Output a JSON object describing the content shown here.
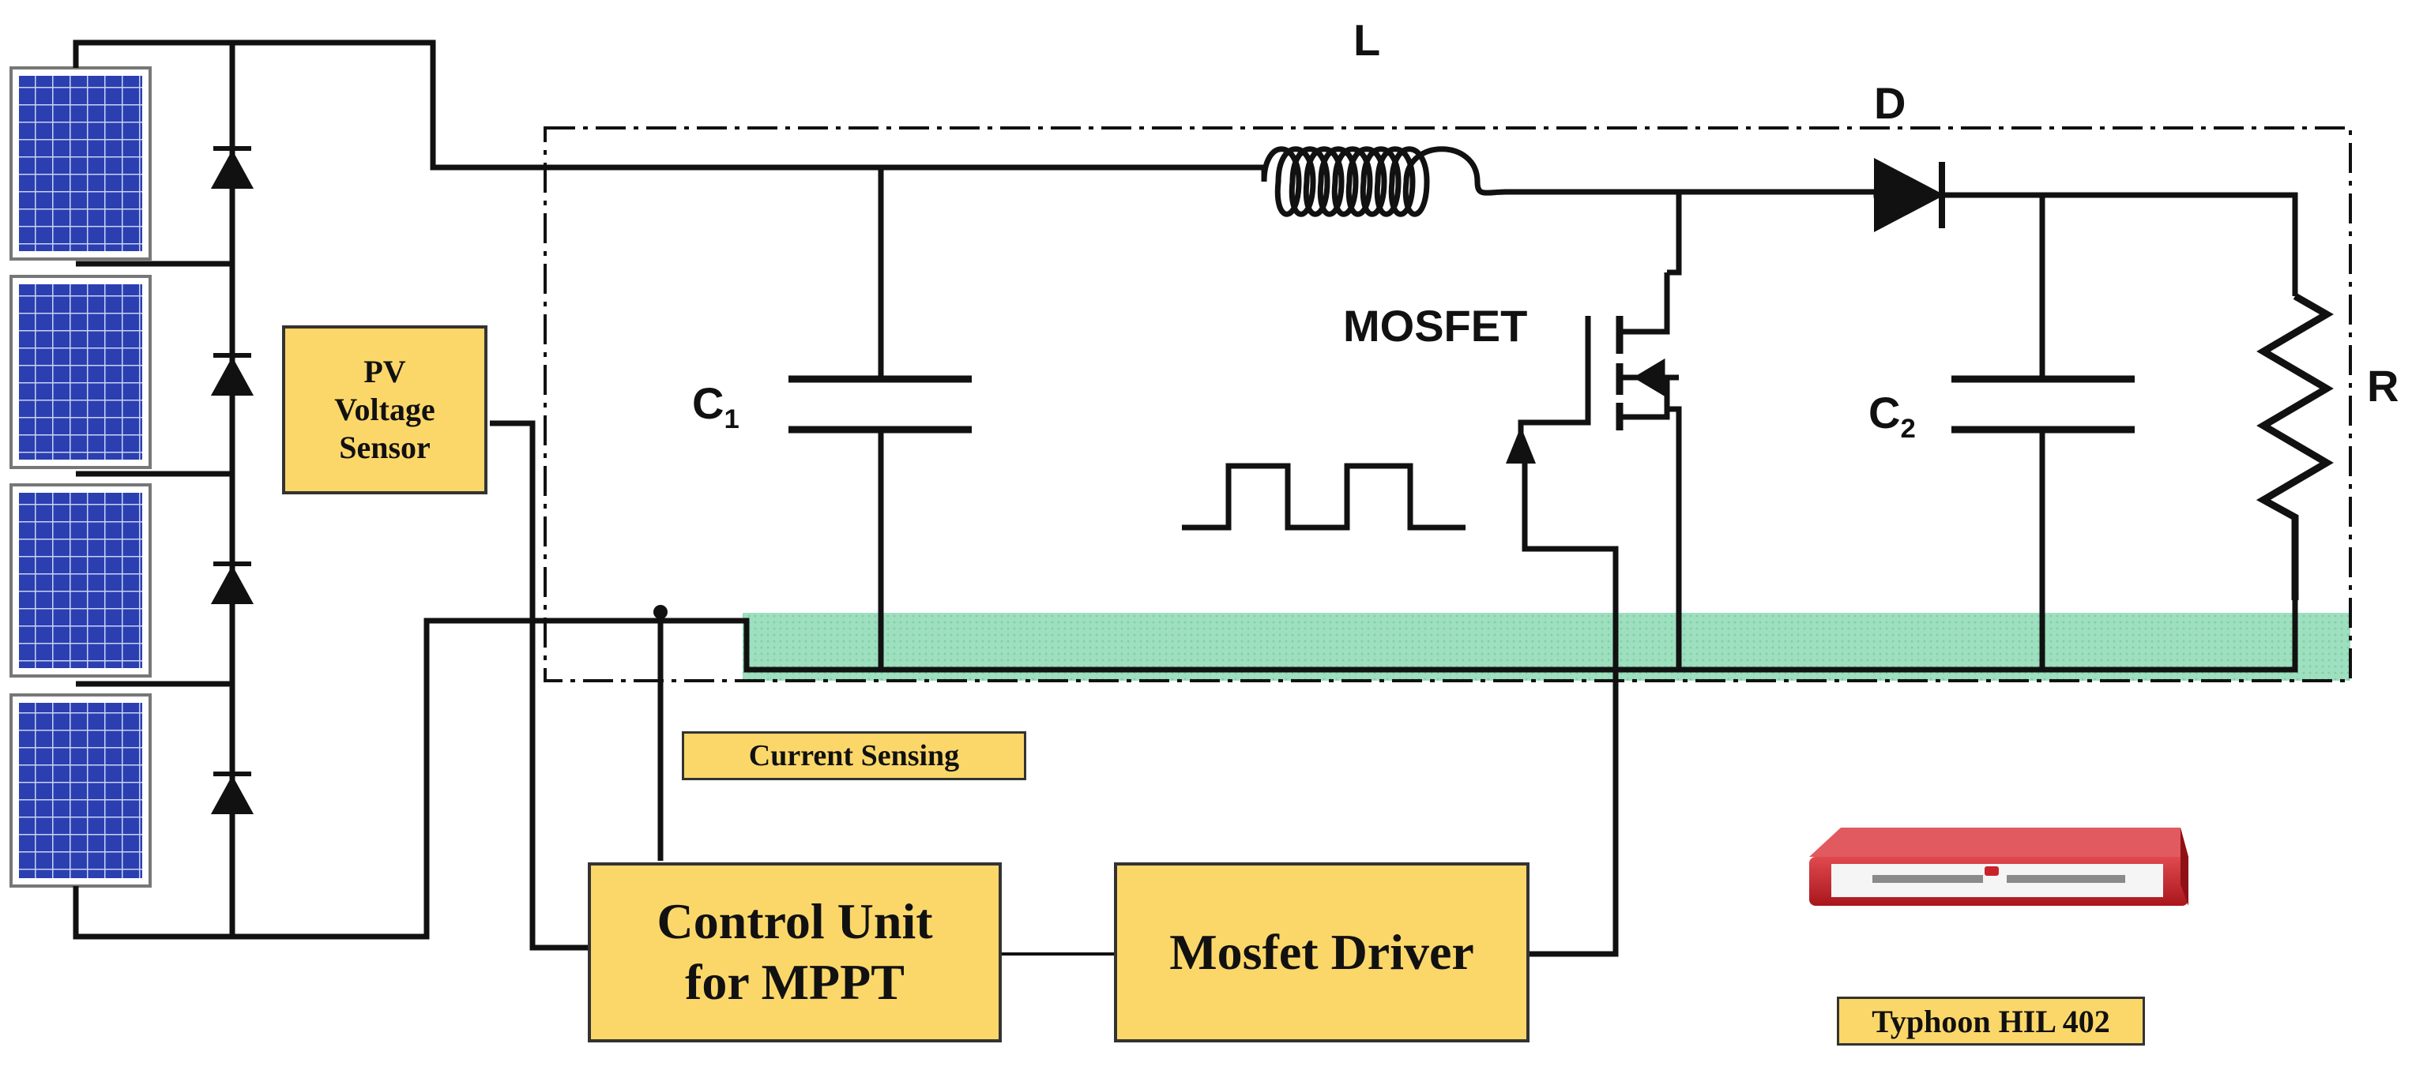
{
  "labels": {
    "inductor": "L",
    "diode": "D",
    "mosfet": "MOSFET",
    "capacitor1": "C",
    "capacitor1_sub": "1",
    "capacitor2": "C",
    "capacitor2_sub": "2",
    "resistor": "R"
  },
  "blocks": {
    "pv_sensor": "PV\nVoltage\nSensor",
    "current_sensing": "Current Sensing",
    "control_unit": "Control Unit\nfor MPPT",
    "mosfet_driver": "Mosfet Driver",
    "hil_device": "Typhoon HIL 402"
  },
  "colors": {
    "wire": "#111111",
    "block_fill": "#fbd76a",
    "ground_strip": "#9edfbf",
    "panel_cell": "#2b3fb0",
    "device_red": "#c8232a"
  }
}
